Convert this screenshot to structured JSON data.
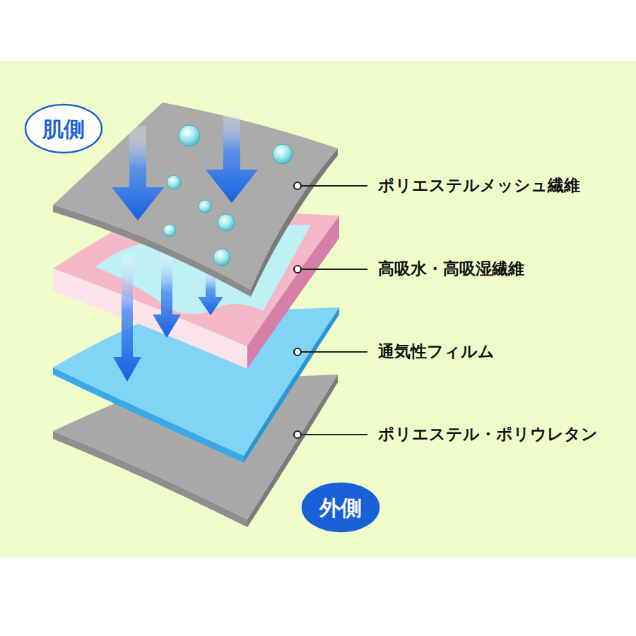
{
  "diagram": {
    "nodes": [
      {
        "text": [
          "肌側"
        ]
      },
      {
        "text": [
          "外側"
        ]
      }
    ],
    "labels": [
      "ポリエステルメッシュ繊維",
      "高吸水・高吸湿繊維",
      "通気性フィルム",
      "ポリエステル・ポリウレタン"
    ]
  }
}
